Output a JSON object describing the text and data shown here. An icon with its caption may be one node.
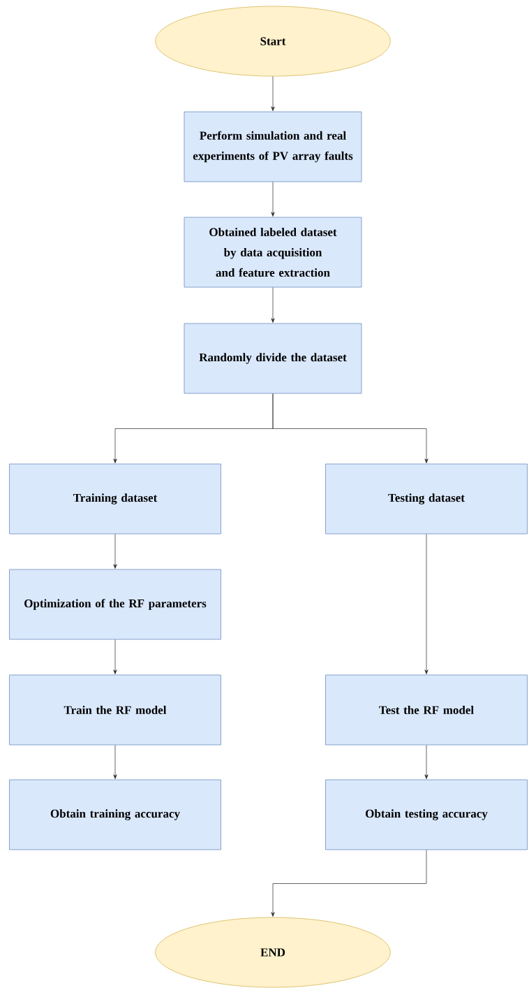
{
  "diagram": {
    "nodes": [
      {
        "text": [
          "Start"
        ]
      },
      {
        "text": [
          "Perform simulation and real experiments of PV array faults"
        ]
      },
      {
        "text": [
          "Obtained labeled dataset by data acquisition and feature extraction"
        ]
      },
      {
        "text": [
          "Randomly divide the dataset"
        ]
      },
      {
        "text": [
          "Training dataset"
        ]
      },
      {
        "text": [
          "Testing dataset"
        ]
      },
      {
        "text": [
          "Optimization of the RF parameters"
        ]
      },
      {
        "text": [
          "Train the RF model"
        ]
      },
      {
        "text": [
          "Obtain training accuracy"
        ]
      },
      {
        "text": [
          "Test the RF model"
        ]
      },
      {
        "text": [
          "Obtain testing accuracy"
        ]
      },
      {
        "text": [
          "END"
        ]
      }
    ],
    "edges": [
      {
        "from": 0,
        "to": 1,
        "arrow": "to"
      },
      {
        "from": 1,
        "to": 2,
        "arrow": "to"
      },
      {
        "from": 2,
        "to": 3,
        "arrow": "to"
      },
      {
        "from": 3,
        "to": 4,
        "arrow": "to"
      },
      {
        "from": 3,
        "to": 5,
        "arrow": "to"
      },
      {
        "from": 4,
        "to": 6,
        "arrow": "to"
      },
      {
        "from": 6,
        "to": 7,
        "arrow": "to"
      },
      {
        "from": 7,
        "to": 8,
        "arrow": "to"
      },
      {
        "from": 5,
        "to": 9,
        "arrow": "to"
      },
      {
        "from": 9,
        "to": 10,
        "arrow": "to"
      },
      {
        "from": 10,
        "to": 11,
        "arrow": "to"
      }
    ]
  }
}
